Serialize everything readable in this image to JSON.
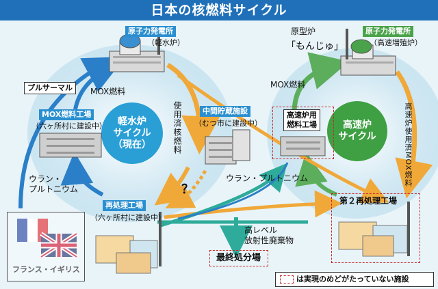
{
  "title": "日本の核燃料サイクル",
  "colors": {
    "header": "#1f70b8",
    "light_water_circle": "#2a9fd6",
    "fast_reactor_circle": "#3fa043",
    "orange_arrow": "#f0a838",
    "blue_arrow": "#2a7fc8",
    "green_arrow": "#5cae5c",
    "dashed_border": "#c62828"
  },
  "left_cycle": {
    "plant_label": "原子力発電所",
    "plant_sub": "（軽水炉）",
    "circle_text": [
      "軽水炉",
      "サイクル",
      "（現在）"
    ],
    "mox_fuel_label": "MOX燃料",
    "pluthermal_label": "プルサーマル",
    "mox_factory_label": "MOX燃料工場",
    "mox_factory_sub": "（六ヶ所村に建設中）",
    "spent_fuel_label": "使用済核燃料",
    "uran_plutonium_label": [
      "ウラン・",
      "プルトニウム"
    ],
    "reprocess_label": "再処理工場",
    "reprocess_sub": "（六ヶ所村に建設中）"
  },
  "interim": {
    "label": "中間貯蔵施設",
    "sub": "（むつ市に建設中）",
    "question": "？"
  },
  "right_cycle": {
    "proto_label": "原型炉",
    "proto_name": "「もんじゅ」",
    "plant_label": "原子力発電所",
    "plant_sub": "（高速増殖炉）",
    "mox_fuel_label": "MOX燃料",
    "circle_text": [
      "高速炉",
      "サイクル"
    ],
    "fast_fuel_factory": [
      "高速炉用",
      "燃料工場"
    ],
    "spent_label": "高速炉使用済MOX燃料",
    "uran_plutonium_label": "ウラン・プルトニウム",
    "reprocess2_label": "第２再処理工場"
  },
  "waste": {
    "label": [
      "高レベル",
      "放射性廃棄物"
    ],
    "disposal_label": "最終処分場"
  },
  "overseas": {
    "label": "フランス・イギリス"
  },
  "legend": {
    "text": "は実現のめどがたっていない施設"
  }
}
